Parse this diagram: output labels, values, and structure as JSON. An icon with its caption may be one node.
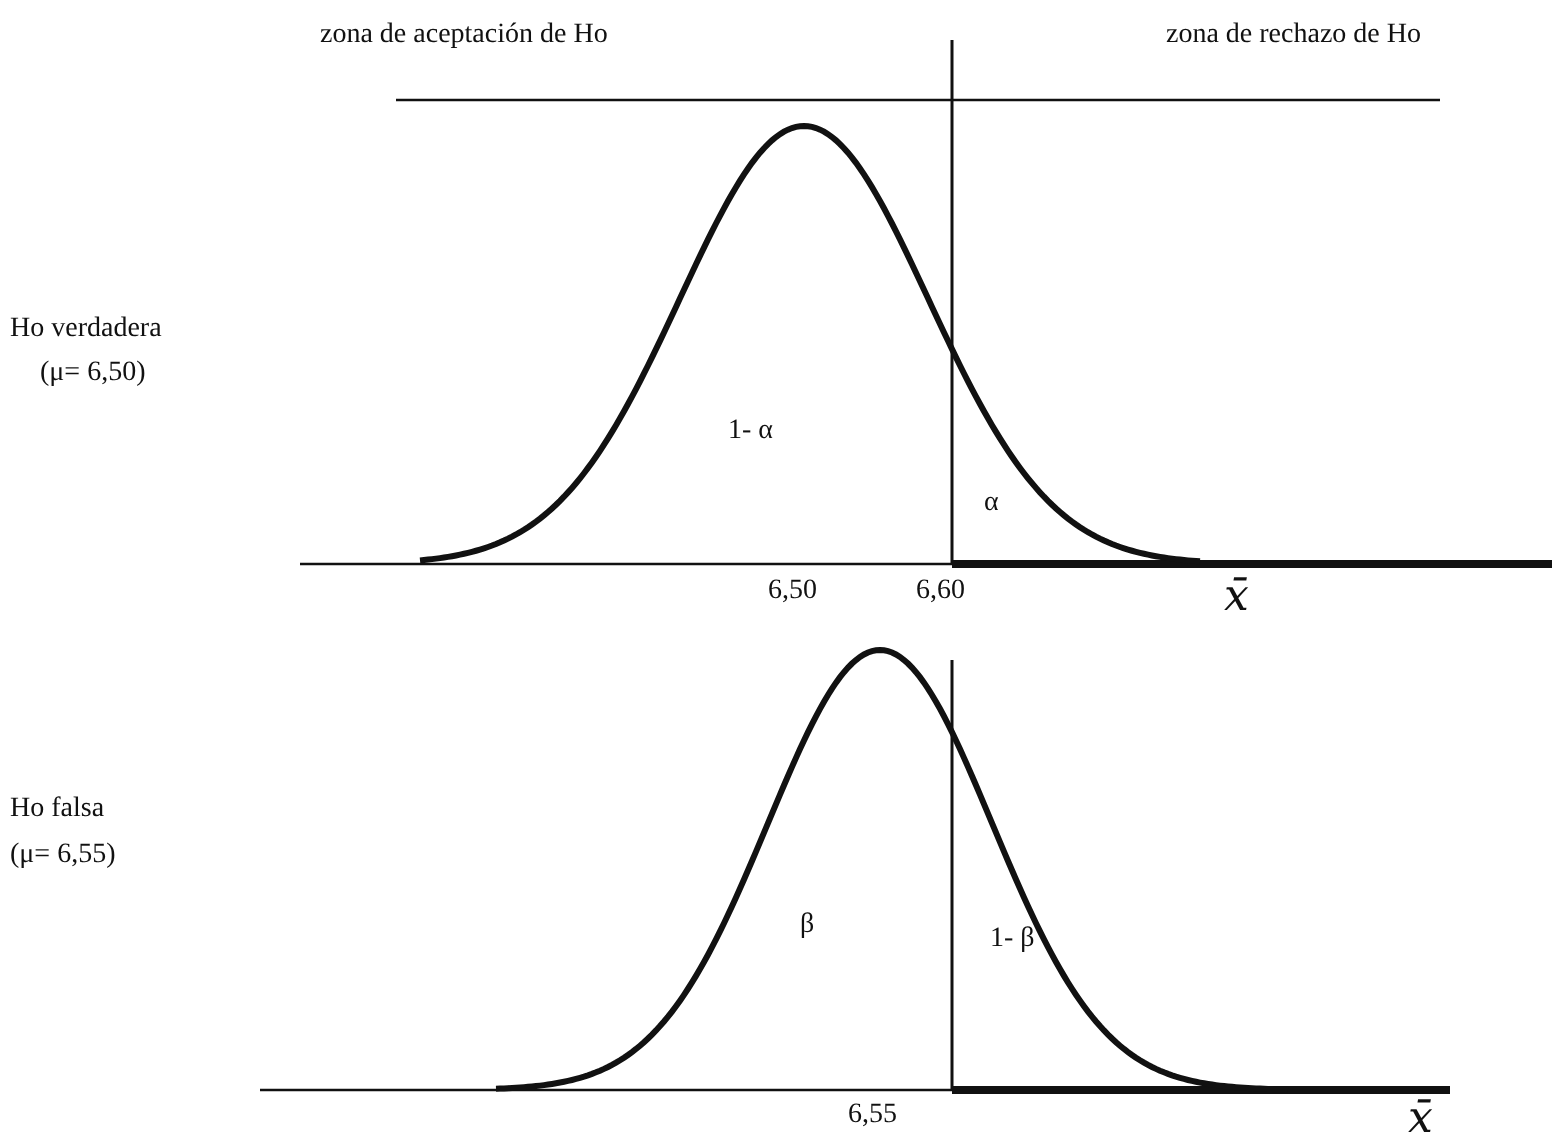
{
  "diagram": {
    "labels": [
      "zona de aceptación de Ho",
      "zona de rechazo de Ho",
      "Ho verdadera",
      "(μ= 6,50)",
      "1- α",
      "α",
      "6,50",
      "6,60",
      "x̄",
      "Ho falsa",
      "(μ= 6,55)",
      "β",
      "1- β",
      "6,55",
      "x̄"
    ]
  }
}
